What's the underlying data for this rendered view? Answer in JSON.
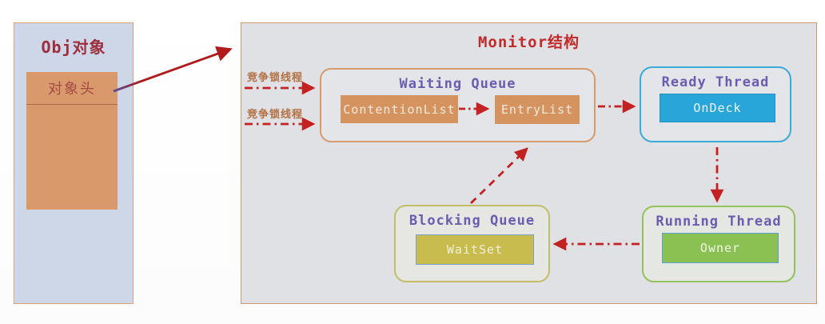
{
  "diagram": {
    "obj": {
      "title": "Obj对象",
      "header_label": "对象头"
    },
    "monitor": {
      "title": "Monitor结构"
    },
    "edge_labels": {
      "contend_thread_1": "竞争锁线程",
      "contend_thread_2": "竞争锁线程"
    },
    "waiting_queue": {
      "title": "Waiting Queue",
      "contention_list": "ContentionList",
      "entry_list": "EntryList"
    },
    "ready_thread": {
      "title": "Ready Thread",
      "on_deck": "OnDeck"
    },
    "blocking_queue": {
      "title": "Blocking Queue",
      "wait_set": "WaitSet"
    },
    "running_thread": {
      "title": "Running Thread",
      "owner": "Owner"
    },
    "colors": {
      "arrow_red": "#c32222",
      "obj_fill": "#cdd7e7",
      "object_header_fill": "#d9996a",
      "monitor_fill": "#dfe1e5",
      "orange_cell": "#d5945f",
      "ondeck_fill": "#29a6d9",
      "waitset_fill": "#c9bc4e",
      "owner_fill": "#8bc152",
      "title_purple": "#6b5cb0",
      "title_red": "#c22a2a"
    }
  }
}
